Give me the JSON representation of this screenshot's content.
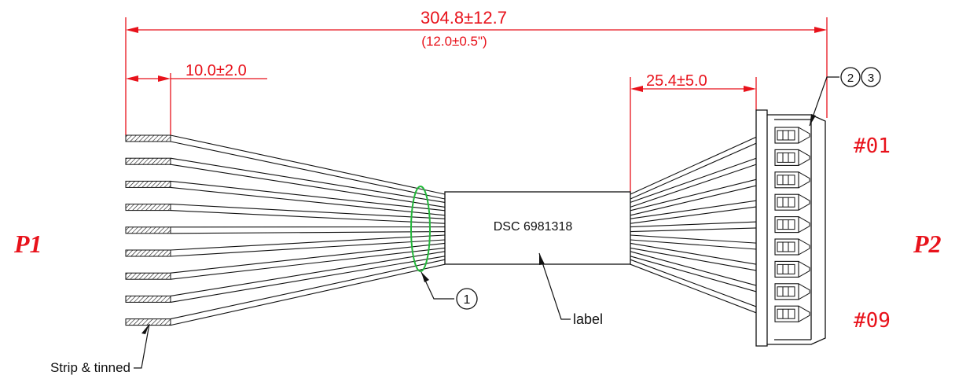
{
  "dimensions": {
    "overall": "304.8±12.7",
    "overall_inch": "(12.0±0.5\")",
    "strip": "10.0±2.0",
    "breakout": "25.4±5.0"
  },
  "label_text": "DSC 6981318",
  "callouts": {
    "item1": "1",
    "item2": "2",
    "item3": "3",
    "label_note": "label",
    "strip_note": "Strip & tinned"
  },
  "ends": {
    "left": "P1",
    "right": "P2",
    "first_pin": "#01",
    "last_pin": "#09"
  },
  "wire_count": 9,
  "colors": {
    "dimension": "#e8121b",
    "outline": "#111111",
    "marker": "#22b83a"
  }
}
